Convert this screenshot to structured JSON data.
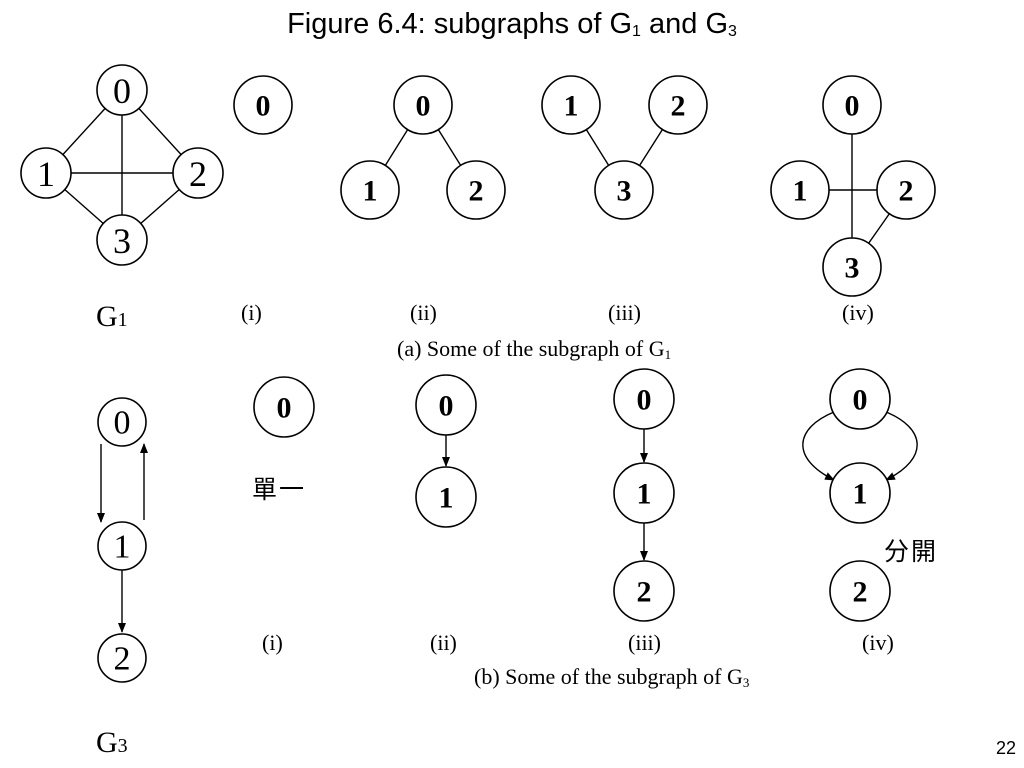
{
  "title": {
    "text": "Figure 6.4: subgraphs of G",
    "sub1": "1",
    "mid": " and G",
    "sub2": "3"
  },
  "g1_label": {
    "main": "G",
    "sub": "1"
  },
  "g3_label": {
    "main": "G",
    "sub": "3"
  },
  "caption_a": {
    "text": "(a) Some of the subgraph of G",
    "sub": "1"
  },
  "caption_b": {
    "text": "(b) Some of the subgraph of G",
    "sub": "3"
  },
  "part_labels_a": [
    "(i)",
    "(ii)",
    "(iii)",
    "(iv)"
  ],
  "part_labels_b": [
    "(i)",
    "(ii)",
    "(iii)",
    "(iv)"
  ],
  "note_single": "單一",
  "note_separate": "分開",
  "slide_number": "22",
  "graphs": {
    "g1": {
      "nodes": [
        "0",
        "1",
        "2",
        "3"
      ],
      "edges": [
        [
          "0",
          "1"
        ],
        [
          "0",
          "2"
        ],
        [
          "0",
          "3"
        ],
        [
          "1",
          "2"
        ],
        [
          "1",
          "3"
        ],
        [
          "2",
          "3"
        ]
      ],
      "directed": false
    },
    "g1_sub_i": {
      "nodes": [
        "0"
      ],
      "edges": [],
      "directed": false
    },
    "g1_sub_ii": {
      "nodes": [
        "0",
        "1",
        "2"
      ],
      "edges": [
        [
          "0",
          "1"
        ],
        [
          "0",
          "2"
        ]
      ],
      "directed": false
    },
    "g1_sub_iii": {
      "nodes": [
        "1",
        "2",
        "3"
      ],
      "edges": [
        [
          "1",
          "3"
        ],
        [
          "2",
          "3"
        ]
      ],
      "directed": false
    },
    "g1_sub_iv": {
      "nodes": [
        "0",
        "1",
        "2",
        "3"
      ],
      "edges": [
        [
          "0",
          "3"
        ],
        [
          "1",
          "2"
        ],
        [
          "2",
          "3"
        ]
      ],
      "directed": false
    },
    "g3": {
      "nodes": [
        "0",
        "1",
        "2"
      ],
      "edges": [
        [
          "0",
          "1"
        ],
        [
          "1",
          "0"
        ],
        [
          "1",
          "2"
        ]
      ],
      "directed": true
    },
    "g3_sub_i": {
      "nodes": [
        "0"
      ],
      "edges": [],
      "directed": true
    },
    "g3_sub_ii": {
      "nodes": [
        "0",
        "1"
      ],
      "edges": [
        [
          "0",
          "1"
        ]
      ],
      "directed": true
    },
    "g3_sub_iii": {
      "nodes": [
        "0",
        "1",
        "2"
      ],
      "edges": [
        [
          "0",
          "1"
        ],
        [
          "1",
          "2"
        ]
      ],
      "directed": true
    },
    "g3_sub_iv": {
      "nodes": [
        "0",
        "1",
        "2"
      ],
      "edges": [
        [
          "0",
          "1"
        ],
        [
          "0",
          "1"
        ]
      ],
      "directed": true
    }
  }
}
